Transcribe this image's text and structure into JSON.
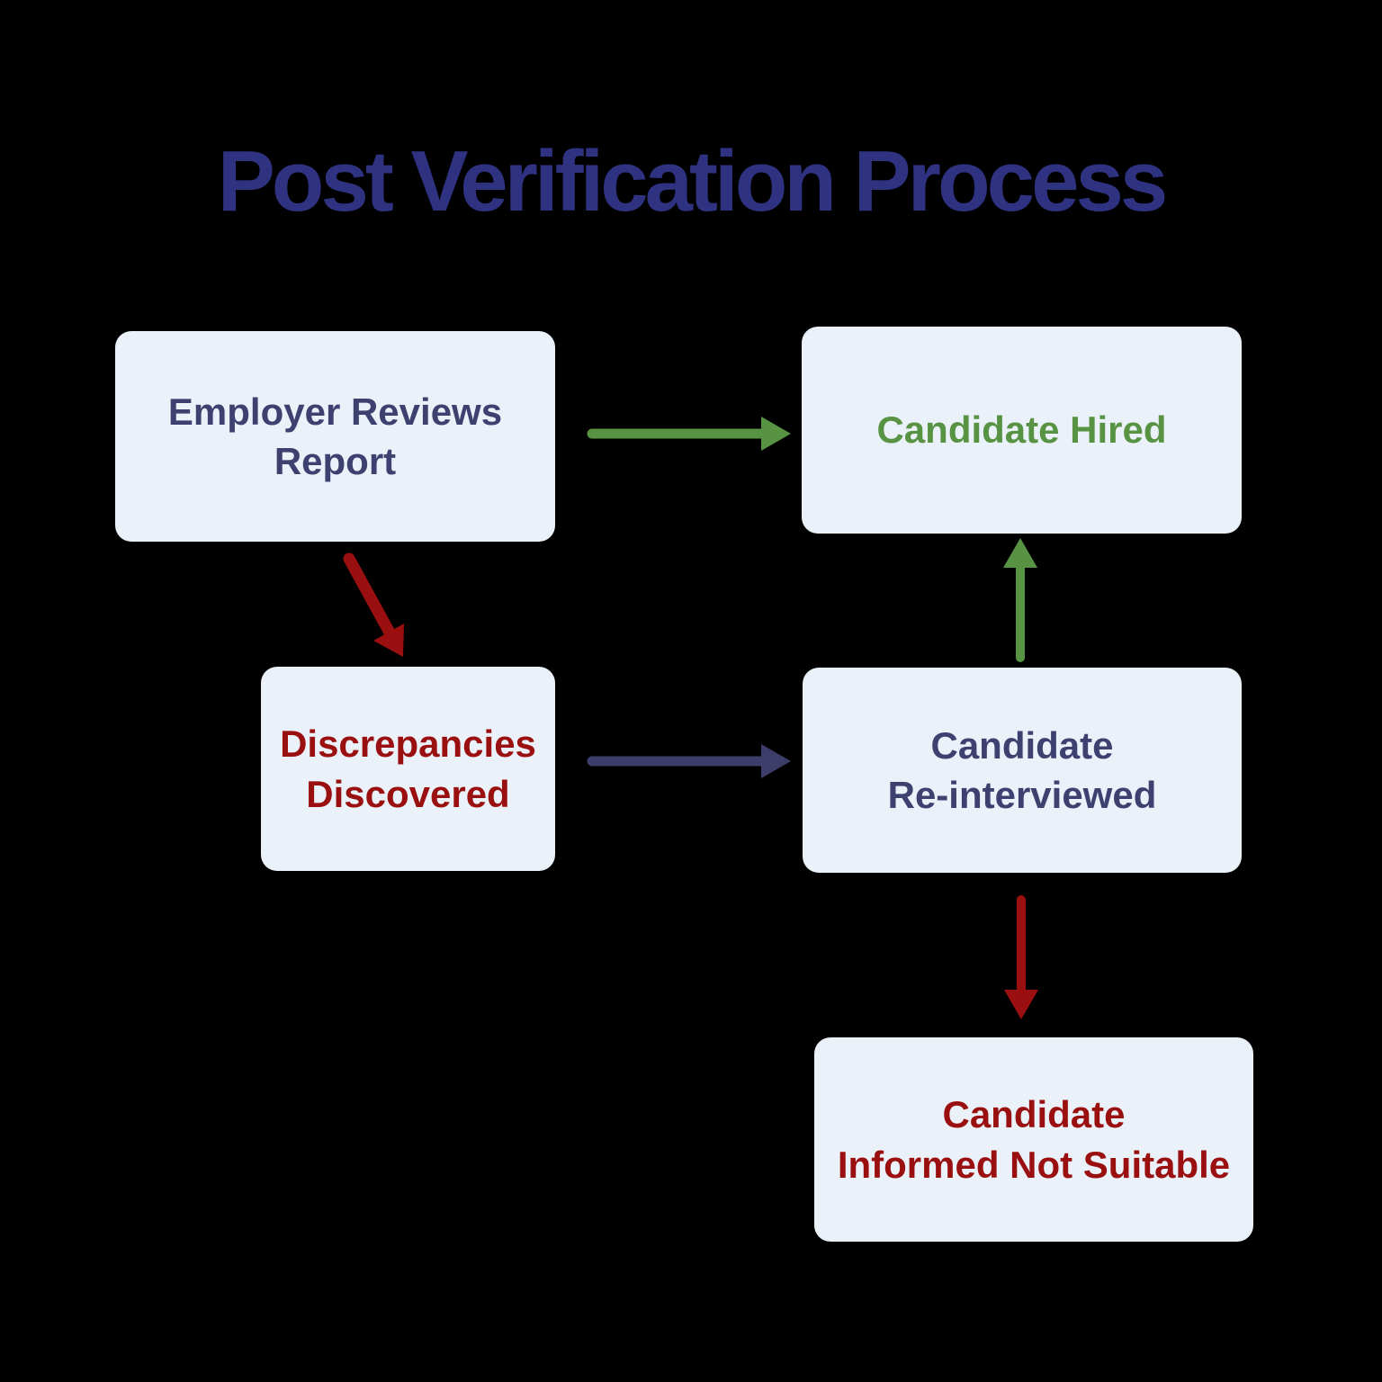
{
  "title": "Post Verification Process",
  "colors": {
    "title_text": "#2e3280",
    "navy_text": "#3e4070",
    "green": "#579342",
    "red": "#9a0f0f",
    "navy_arrow": "#3d3d69",
    "node_fill": "#eaf1f9",
    "background": "#000000"
  },
  "nodes": [
    {
      "id": "employer-reviews-report",
      "lines": [
        "Employer Reviews",
        "Report"
      ],
      "text_color": "#3e4070"
    },
    {
      "id": "candidate-hired",
      "lines": [
        "Candidate Hired"
      ],
      "text_color": "#579342"
    },
    {
      "id": "discrepancies-discovered",
      "lines": [
        "Discrepancies",
        "Discovered"
      ],
      "text_color": "#9a0f0f"
    },
    {
      "id": "candidate-re-interviewed",
      "lines": [
        "Candidate",
        "Re-interviewed"
      ],
      "text_color": "#3e4070"
    },
    {
      "id": "candidate-informed-not-suitable",
      "lines": [
        "Candidate",
        "Informed Not Suitable"
      ],
      "text_color": "#9a0f0f"
    }
  ],
  "edges": [
    {
      "from": "employer-reviews-report",
      "to": "candidate-hired",
      "color": "#579342",
      "direction": "right"
    },
    {
      "from": "employer-reviews-report",
      "to": "discrepancies-discovered",
      "color": "#9a0f0f",
      "direction": "down-right"
    },
    {
      "from": "discrepancies-discovered",
      "to": "candidate-re-interviewed",
      "color": "#3d3d69",
      "direction": "right"
    },
    {
      "from": "candidate-re-interviewed",
      "to": "candidate-hired",
      "color": "#579342",
      "direction": "up"
    },
    {
      "from": "candidate-re-interviewed",
      "to": "candidate-informed-not-suitable",
      "color": "#9a0f0f",
      "direction": "down"
    }
  ]
}
